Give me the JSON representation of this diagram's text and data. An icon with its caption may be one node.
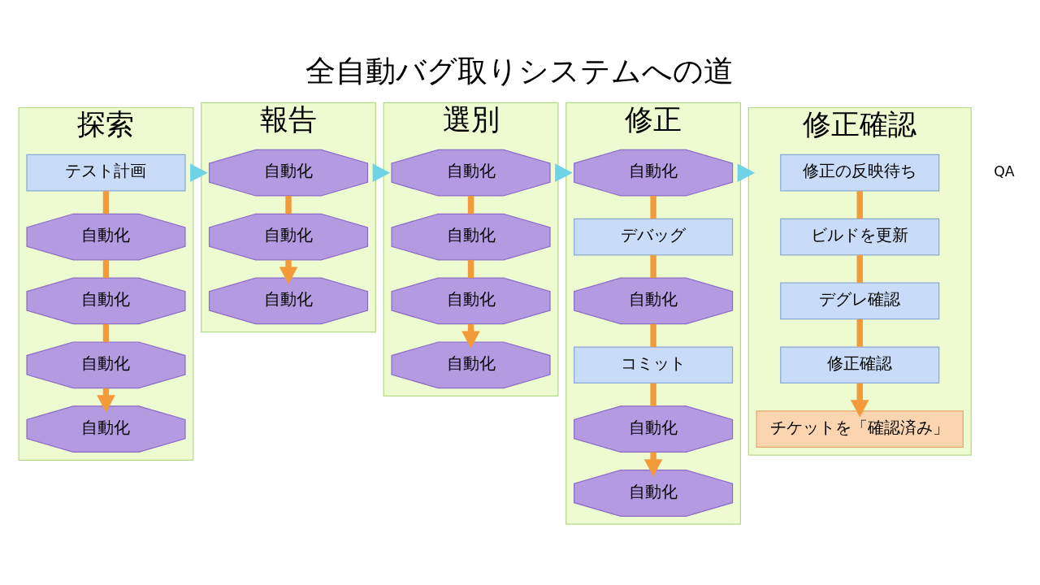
{
  "diagram": {
    "title": "全自動バグ取りシステムへの道",
    "nodes": [
      {
        "text": [
          "探索"
        ]
      },
      {
        "text": [
          "テスト計画"
        ],
        "in": 0
      },
      {
        "text": [
          "自動化"
        ],
        "in": 0
      },
      {
        "text": [
          "自動化"
        ],
        "in": 0
      },
      {
        "text": [
          "自動化"
        ],
        "in": 0
      },
      {
        "text": [
          "自動化"
        ],
        "in": 0
      },
      {
        "text": [
          "報告"
        ]
      },
      {
        "text": [
          "自動化"
        ],
        "in": 6
      },
      {
        "text": [
          "自動化"
        ],
        "in": 6
      },
      {
        "text": [
          "自動化"
        ],
        "in": 6
      },
      {
        "text": [
          "選別"
        ]
      },
      {
        "text": [
          "自動化"
        ],
        "in": 10
      },
      {
        "text": [
          "自動化"
        ],
        "in": 10
      },
      {
        "text": [
          "自動化"
        ],
        "in": 10
      },
      {
        "text": [
          "自動化"
        ],
        "in": 10
      },
      {
        "text": [
          "修正"
        ]
      },
      {
        "text": [
          "自動化"
        ],
        "in": 15
      },
      {
        "text": [
          "デバッグ"
        ],
        "in": 15
      },
      {
        "text": [
          "自動化"
        ],
        "in": 15
      },
      {
        "text": [
          "コミット"
        ],
        "in": 15
      },
      {
        "text": [
          "自動化"
        ],
        "in": 15
      },
      {
        "text": [
          "自動化"
        ],
        "in": 15
      },
      {
        "text": [
          "修正確認"
        ]
      },
      {
        "text": [
          "修正の反映待ち"
        ],
        "in": 22
      },
      {
        "text": [
          "ビルドを更新"
        ],
        "in": 22
      },
      {
        "text": [
          "デグレ確認"
        ],
        "in": 22
      },
      {
        "text": [
          "修正確認"
        ],
        "in": 22
      },
      {
        "text": [
          "チケットを「確認済み」"
        ],
        "in": 22
      }
    ],
    "edges": [
      {
        "from": 0,
        "to": 6,
        "arrow": "to",
        "color": "#6fd3e8"
      },
      {
        "from": 6,
        "to": 10,
        "arrow": "to",
        "color": "#6fd3e8"
      },
      {
        "from": 10,
        "to": 15,
        "arrow": "to",
        "color": "#6fd3e8"
      },
      {
        "from": 15,
        "to": 22,
        "arrow": "to",
        "color": "#6fd3e8"
      },
      {
        "from": 1,
        "to": 2,
        "arrow": "none"
      },
      {
        "from": 2,
        "to": 3,
        "arrow": "none"
      },
      {
        "from": 3,
        "to": 4,
        "arrow": "none"
      },
      {
        "from": 4,
        "to": 5,
        "arrow": "to"
      },
      {
        "from": 7,
        "to": 8,
        "arrow": "none"
      },
      {
        "from": 8,
        "to": 9,
        "arrow": "to"
      },
      {
        "from": 11,
        "to": 12,
        "arrow": "none"
      },
      {
        "from": 12,
        "to": 13,
        "arrow": "none"
      },
      {
        "from": 13,
        "to": 14,
        "arrow": "to"
      },
      {
        "from": 16,
        "to": 17,
        "arrow": "none"
      },
      {
        "from": 17,
        "to": 18,
        "arrow": "none"
      },
      {
        "from": 18,
        "to": 19,
        "arrow": "none"
      },
      {
        "from": 19,
        "to": 20,
        "arrow": "none"
      },
      {
        "from": 20,
        "to": 21,
        "arrow": "to"
      },
      {
        "from": 23,
        "to": 24,
        "arrow": "none"
      },
      {
        "from": 24,
        "to": 25,
        "arrow": "none"
      },
      {
        "from": 25,
        "to": 26,
        "arrow": "none"
      },
      {
        "from": 26,
        "to": 27,
        "arrow": "to"
      }
    ],
    "labels": [
      "QA"
    ]
  }
}
